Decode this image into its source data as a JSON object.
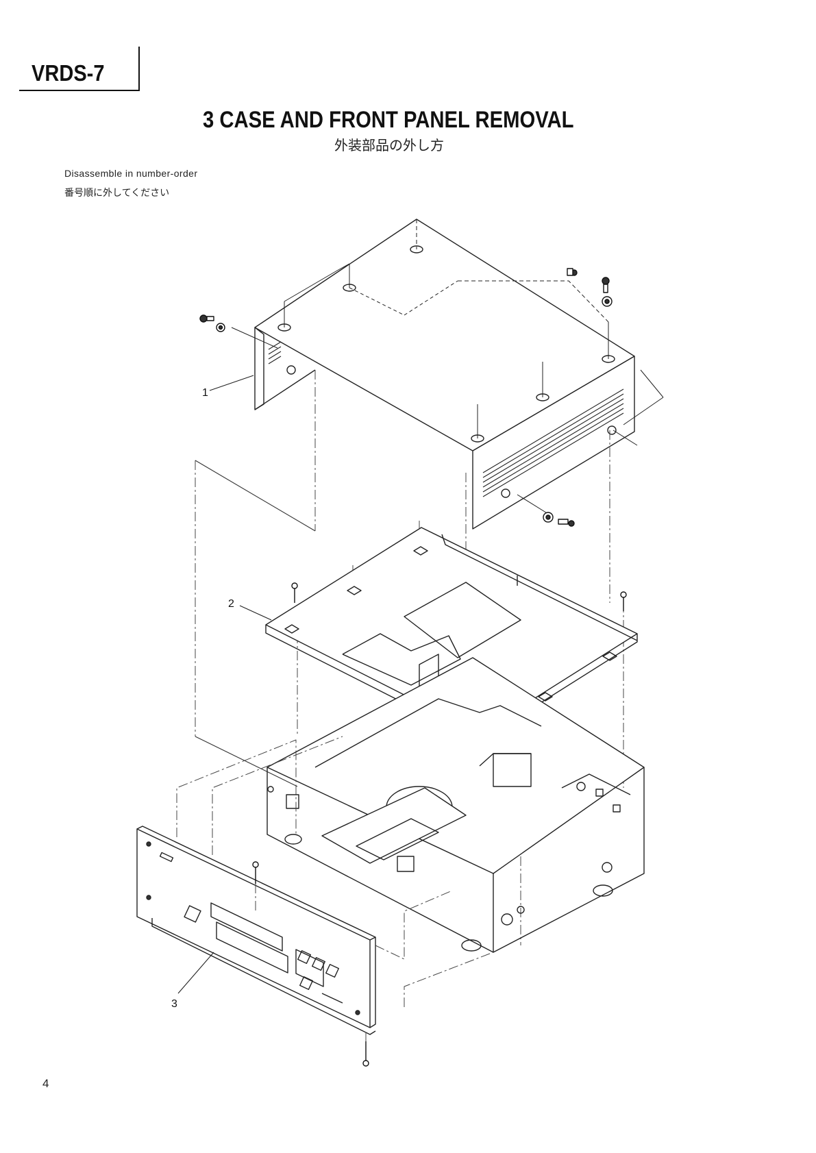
{
  "header": {
    "model": "VRDS-7"
  },
  "title": {
    "section": "3",
    "heading": "CASE AND FRONT PANEL REMOVAL",
    "heading_full": "3  CASE AND FRONT PANEL REMOVAL",
    "japanese": "外装部品の外し方"
  },
  "instructions": {
    "english": "Disassemble in number-order",
    "japanese": "番号順に外してください"
  },
  "diagram": {
    "callouts": [
      "1",
      "2",
      "3"
    ]
  },
  "footer": {
    "page_number": "4"
  }
}
